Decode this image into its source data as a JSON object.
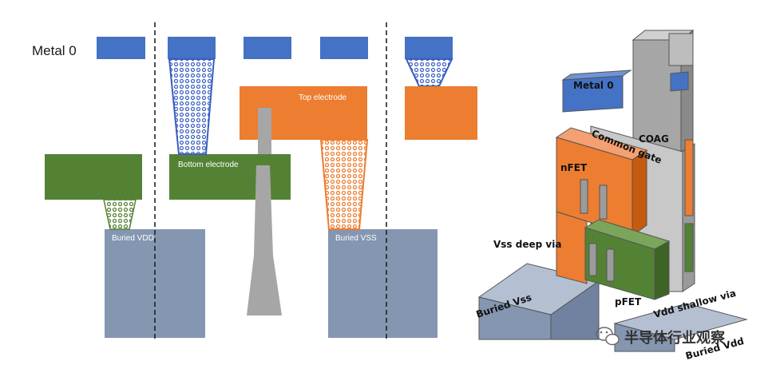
{
  "colors": {
    "metal": "#4472c4",
    "via_fill": "#ffffff",
    "via_pattern": "#3a5fbf",
    "electrode_orange": "#ed7d31",
    "orange_via_pattern": "#ed7d31",
    "green": "#548235",
    "green_via_pattern": "#548235",
    "buried": "#8496b0",
    "gray_pillar": "#a6a6a6",
    "dashed": "#222222"
  },
  "left": {
    "metal0": "Metal 0",
    "top_electrode": "Top electrode",
    "bottom_electrode": "Bottom electrode",
    "buried_vdd": "Buried VDD",
    "buried_vss": "Buried VSS"
  },
  "right": {
    "metal0": "Metal 0",
    "coag": "COAG",
    "common_gate": "Common gate",
    "nfet": "nFET",
    "vss_deep_via": "Vss deep via",
    "buried_vss": "Buried Vss",
    "pfet": "pFET",
    "vdd_shallow_via": "Vdd shallow via",
    "buried_vdd": "Buried Vdd"
  },
  "watermark": {
    "text": "半导体行业观察",
    "icon": "wechat-icon"
  }
}
